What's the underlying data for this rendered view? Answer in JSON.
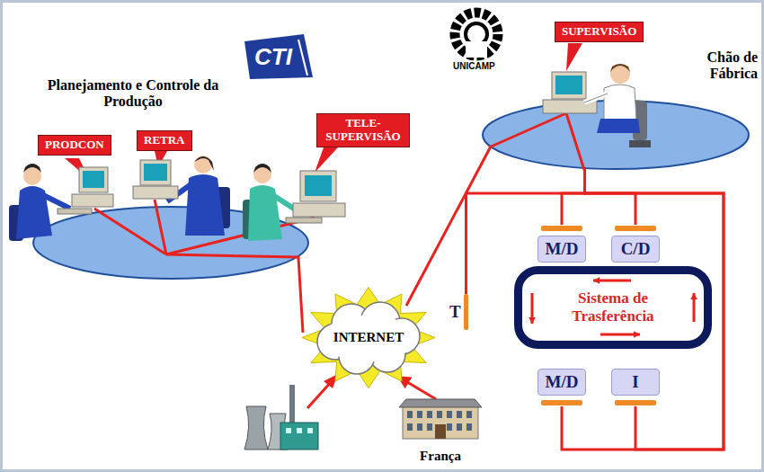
{
  "diagram": {
    "nodes": [
      {
        "text": [
          "Planejamento e Controle da Produção"
        ]
      },
      {
        "text": [
          "PRODCON"
        ]
      },
      {
        "text": [
          "RETRA"
        ]
      },
      {
        "text": [
          "TELE-SUPERVISÃO"
        ]
      },
      {
        "text": [
          "SUPERVISÃO"
        ]
      },
      {
        "text": [
          "Chão de Fábrica"
        ]
      },
      {
        "text": [
          "INTERNET"
        ]
      },
      {
        "text": [
          "M/D"
        ]
      },
      {
        "text": [
          "C/D"
        ]
      },
      {
        "text": [
          "T"
        ]
      },
      {
        "text": [
          "Sistema de Trasferência"
        ]
      },
      {
        "text": [
          "M/D"
        ]
      },
      {
        "text": [
          "I"
        ]
      },
      {
        "text": [
          "França"
        ]
      }
    ],
    "edges": [
      {
        "from": 0,
        "to": 6,
        "arrow": "none"
      },
      {
        "from": 6,
        "to": 5,
        "arrow": "none"
      },
      {
        "from": 5,
        "to": 7,
        "arrow": "none"
      },
      {
        "from": 5,
        "to": 8,
        "arrow": "none"
      },
      {
        "from": 5,
        "to": 9,
        "arrow": "none"
      },
      {
        "from": 5,
        "to": 11,
        "arrow": "none"
      },
      {
        "from": 5,
        "to": 12,
        "arrow": "none"
      },
      {
        "from": 13,
        "to": 6,
        "arrow": "to"
      }
    ],
    "labels": [
      "CTI",
      "UNICAMP"
    ]
  }
}
